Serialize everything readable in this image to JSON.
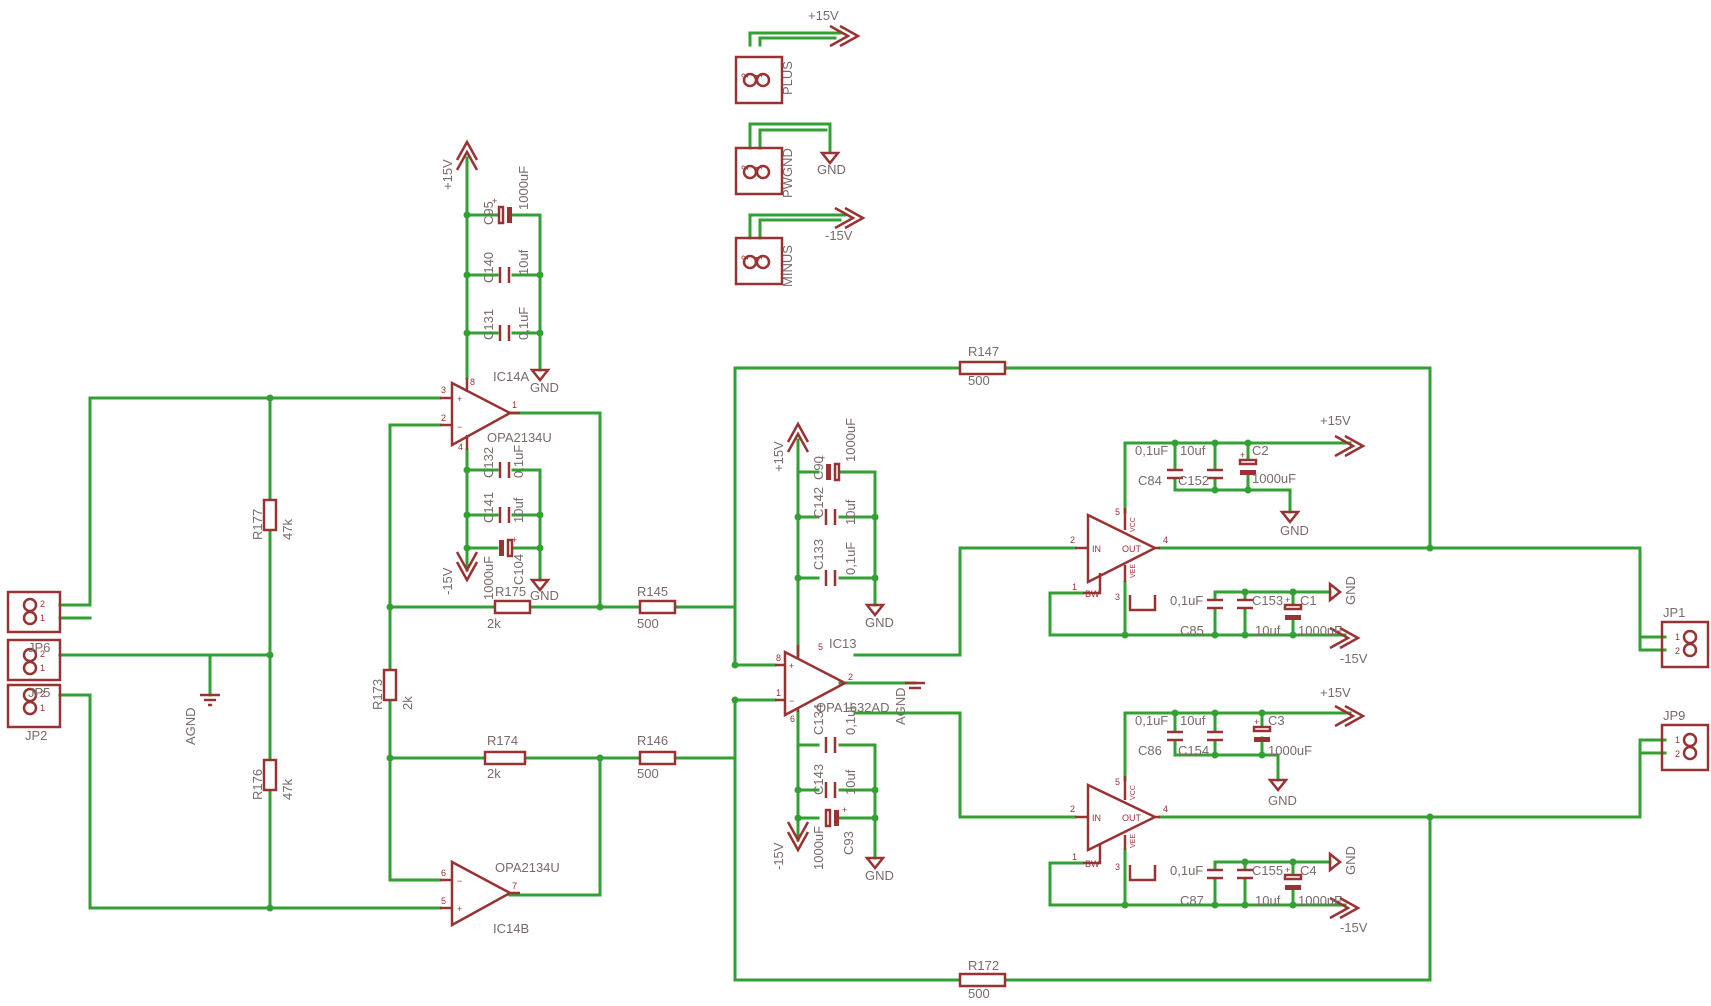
{
  "components": {
    "ic14a": {
      "ref": "IC14A",
      "value": "OPA2134U",
      "pins": [
        "3",
        "2",
        "1",
        "8",
        "4"
      ]
    },
    "ic14b": {
      "ref": "IC14B",
      "value": "OPA2134U",
      "pins": [
        "6",
        "5",
        "7"
      ]
    },
    "ic13": {
      "ref": "IC13",
      "value": "OPA1632AD",
      "pins": [
        "8",
        "1",
        "5",
        "6",
        "2"
      ]
    },
    "out_amp_1": {
      "in": "IN",
      "out": "OUT",
      "bw": "BW",
      "vcc": "VCC",
      "vee": "VEE",
      "pins": [
        "2",
        "4",
        "1",
        "5",
        "3"
      ]
    },
    "out_amp_2": {
      "in": "IN",
      "out": "OUT",
      "bw": "BW",
      "vcc": "VCC",
      "vee": "VEE",
      "pins": [
        "2",
        "4",
        "1",
        "5",
        "3"
      ]
    },
    "r177": {
      "ref": "R177",
      "value": "47k"
    },
    "r176": {
      "ref": "R176",
      "value": "47k"
    },
    "r175": {
      "ref": "R175",
      "value": "2k"
    },
    "r173": {
      "ref": "R173",
      "value": "2k"
    },
    "r174": {
      "ref": "R174",
      "value": "2k"
    },
    "r145": {
      "ref": "R145",
      "value": "500"
    },
    "r146": {
      "ref": "R146",
      "value": "500"
    },
    "r147": {
      "ref": "R147",
      "value": "500"
    },
    "r172": {
      "ref": "R172",
      "value": "500"
    },
    "c95": {
      "ref": "C95",
      "value": "1000uF"
    },
    "c140": {
      "ref": "C140",
      "value": "10uf"
    },
    "c131": {
      "ref": "C131",
      "value": "0,1uF"
    },
    "c132": {
      "ref": "C132",
      "value": "0,1uF"
    },
    "c141": {
      "ref": "C141",
      "value": "10uf"
    },
    "c104": {
      "ref": "C104",
      "value": "1000uF"
    },
    "c90": {
      "ref": "C90",
      "value": "1000uF"
    },
    "c142": {
      "ref": "C142",
      "value": "10uf"
    },
    "c133": {
      "ref": "C133",
      "value": "0,1uF"
    },
    "c134": {
      "ref": "C134",
      "value": "0,1uF"
    },
    "c143": {
      "ref": "C143",
      "value": "10uf"
    },
    "c93": {
      "ref": "C93",
      "value": "1000uF"
    },
    "c84": {
      "ref": "C84",
      "value": "0,1uF"
    },
    "c152": {
      "ref": "C152",
      "value": "10uf"
    },
    "c2": {
      "ref": "C2",
      "value": "1000uF"
    },
    "c85": {
      "ref": "C85",
      "value": "0,1uF"
    },
    "c153": {
      "ref": "C153",
      "value": "10uf"
    },
    "c1": {
      "ref": "C1",
      "value": "1000uF"
    },
    "c86": {
      "ref": "C86",
      "value": "0,1uF"
    },
    "c154": {
      "ref": "C154",
      "value": "10uf"
    },
    "c3": {
      "ref": "C3",
      "value": "1000uF"
    },
    "c87": {
      "ref": "C87",
      "value": "0,1uF"
    },
    "c155": {
      "ref": "C155",
      "value": "10uf"
    },
    "c4": {
      "ref": "C4",
      "value": "1000uF"
    }
  },
  "connectors": {
    "plus": {
      "name": "PLUS",
      "pins": [
        "2",
        "1"
      ]
    },
    "pwgnd": {
      "name": "PWGND",
      "pins": [
        "2",
        "1"
      ]
    },
    "minus": {
      "name": "MINUS",
      "pins": [
        "2",
        "1"
      ]
    },
    "jp2": {
      "name": "JP2",
      "pins": [
        "2",
        "1"
      ]
    },
    "jp6": {
      "name": "JP6",
      "pins": [
        "2",
        "1"
      ]
    },
    "jp5": {
      "name": "JP5",
      "pins": [
        "2",
        "1"
      ]
    },
    "jp1": {
      "name": "JP1",
      "pins": [
        "1",
        "2"
      ]
    },
    "jp9": {
      "name": "JP9",
      "pins": [
        "1",
        "2"
      ]
    }
  },
  "nets": {
    "pos": "+15V",
    "neg": "-15V",
    "gnd": "GND",
    "agnd": "AGND"
  },
  "colors": {
    "wire": "#33a033",
    "part": "#993333",
    "text": "#7a6a6a"
  }
}
